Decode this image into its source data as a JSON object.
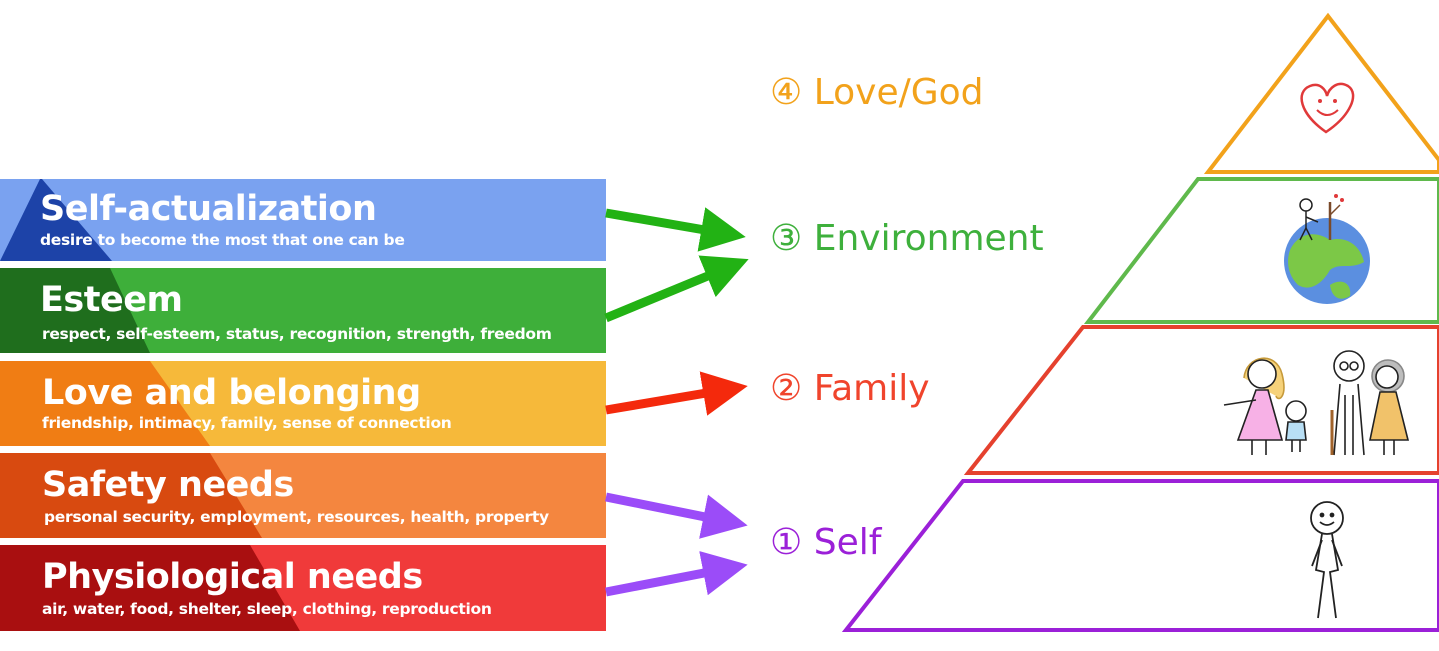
{
  "maslow": [
    {
      "title": "Self-actualization",
      "subtitle": "desire to become the most that one can be",
      "color": "#7aa2f0",
      "shade": "#1d43a8"
    },
    {
      "title": "Esteem",
      "subtitle": "respect, self-esteem, status, recognition, strength, freedom",
      "color": "#3eaf3a",
      "shade": "#1f6e1d"
    },
    {
      "title": "Love and belonging",
      "subtitle": "friendship, intimacy, family, sense of connection",
      "color": "#f6b93a",
      "shade": "#f07d14"
    },
    {
      "title": "Safety needs",
      "subtitle": "personal security, employment, resources, health, property",
      "color": "#f4863f",
      "shade": "#d84a10"
    },
    {
      "title": "Physiological needs",
      "subtitle": "air, water, food, shelter, sleep, clothing, reproduction",
      "color": "#f03a3a",
      "shade": "#a90f10"
    }
  ],
  "levels": [
    {
      "label": "④ Love/God",
      "color": "#f2a21b"
    },
    {
      "label": "③ Environment",
      "color": "#3eb03c"
    },
    {
      "label": "② Family",
      "color": "#f0442c"
    },
    {
      "label": "① Self",
      "color": "#9b20d8"
    }
  ],
  "arrow_colors": {
    "environment": "#22b214",
    "family": "#f4290c",
    "self": "#9b4cf8"
  }
}
